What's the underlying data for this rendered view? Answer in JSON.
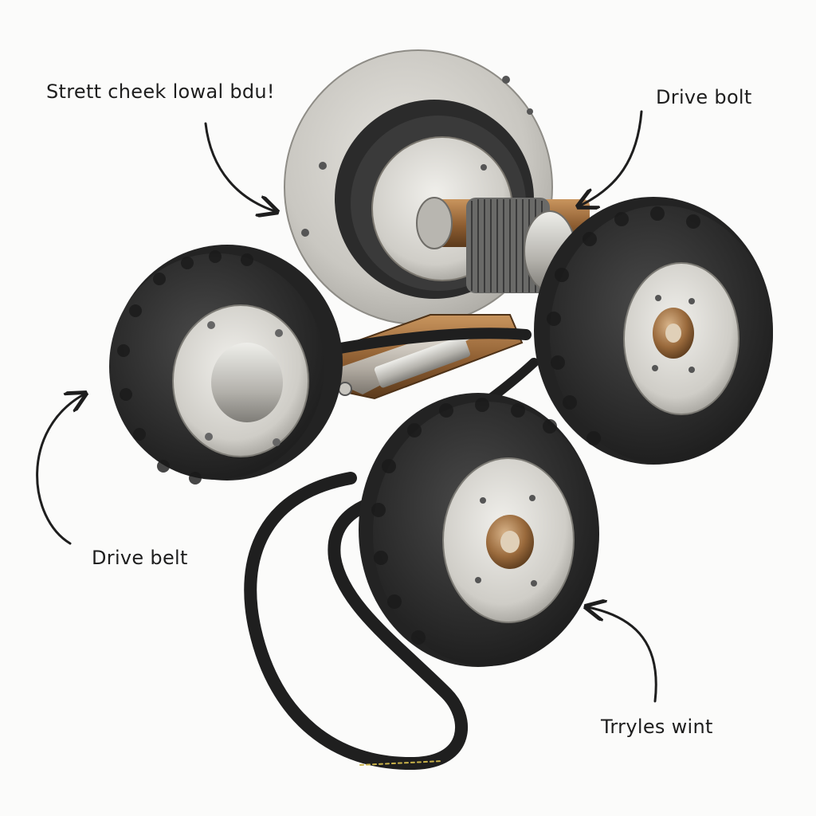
{
  "labels": {
    "top_left": "Strett cheek lowal bdu!",
    "top_right": "Drive bolt",
    "middle_left": "Drive belt",
    "bottom_right": "Trryles wint"
  },
  "colors": {
    "background": "#fbfbfa",
    "tire": "#2c2c2c",
    "rim": "#d8d6d0",
    "disc": "#cfcdc8",
    "bronze": "#9a6a3c",
    "ink": "#1e1e1e"
  },
  "icons": [
    "arrow-icon"
  ]
}
